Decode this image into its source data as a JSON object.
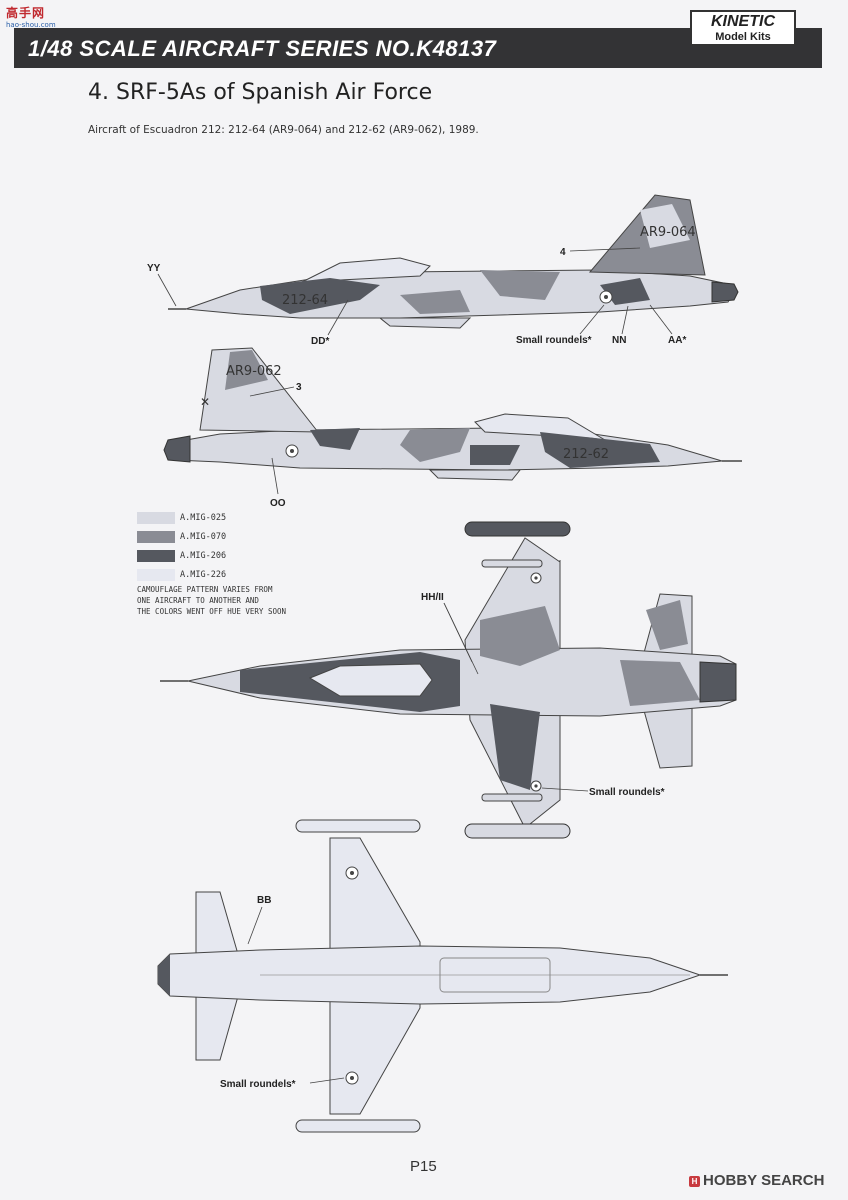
{
  "watermark": {
    "main": "高手网",
    "sub": "hao-shou.com"
  },
  "header": {
    "series": "1/48 SCALE AIRCRAFT SERIES NO.K48137"
  },
  "brand": {
    "name": "KINETIC",
    "sub": "Model Kits"
  },
  "scheme": {
    "title": "4. SRF-5As of Spanish Air Force",
    "description": "Aircraft of Escuadron 212: 212-64 (AR9-064) and 212-62 (AR9-062), 1989."
  },
  "colors": {
    "A.MIG-025": "#d8dae2",
    "A.MIG-070": "#8a8c94",
    "A.MIG-206": "#55585f",
    "A.MIG-226": "#e6e8f0"
  },
  "legend": [
    {
      "name": "A.MIG-025",
      "color": "#d8dae2"
    },
    {
      "name": "A.MIG-070",
      "color": "#8a8c94"
    },
    {
      "name": "A.MIG-206",
      "color": "#55585f"
    },
    {
      "name": "A.MIG-226",
      "color": "#e6e8f0"
    }
  ],
  "camo_note": "CAMOUFLAGE PATTERN VARIES FROM\nONE AIRCRAFT TO ANOTHER AND\nTHE COLORS WENT OFF HUE VERY SOON",
  "callouts": {
    "yy": "YY",
    "dd": "DD*",
    "four": "4",
    "small_roundels_1": "Small roundels*",
    "nn": "NN",
    "aa": "AA*",
    "three": "3",
    "oo": "OO",
    "hh_ii": "HH/II",
    "small_roundels_2": "Small roundels*",
    "bb": "BB",
    "small_roundels_3": "Small roundels*"
  },
  "registrations": {
    "side_1": "212-64",
    "side_2": "212-62",
    "tail_1": "AR9-064",
    "tail_2": "AR9-062"
  },
  "footer": {
    "page": "P15",
    "hobby_search": "HOBBY SEARCH",
    "hobby_icon": "H"
  }
}
